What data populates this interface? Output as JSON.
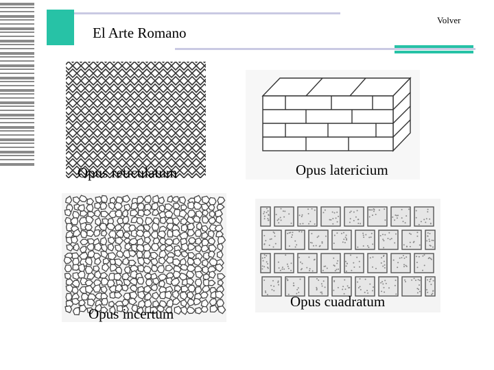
{
  "slide": {
    "title": "El Arte Romano",
    "back_link": "Volver"
  },
  "images": [
    {
      "caption": "Opus reticulatum",
      "pattern": "reticulate-diamond-stones"
    },
    {
      "caption": "Opus latericium",
      "pattern": "brick-wall-block"
    },
    {
      "caption": "Opus incertum",
      "pattern": "irregular-stones"
    },
    {
      "caption": "Opus cuadratum",
      "pattern": "squared-stone-blocks"
    }
  ],
  "colors": {
    "accent_teal": "#27c2a6",
    "deco_line": "#c9c9e3",
    "stripes": "#8a8a8a"
  }
}
